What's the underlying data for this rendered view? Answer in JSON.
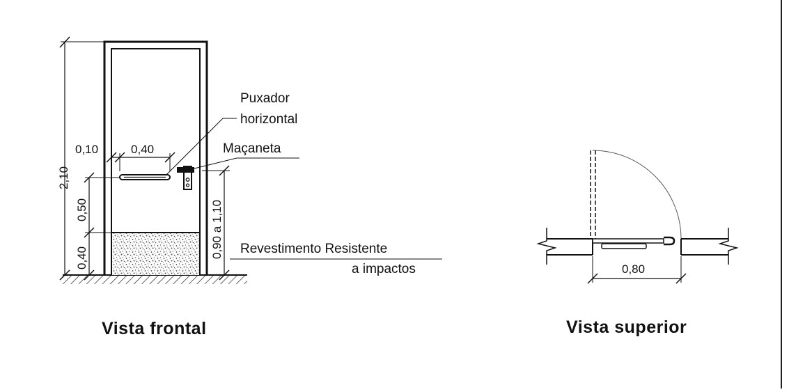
{
  "front": {
    "caption": "Vista frontal",
    "labels": {
      "puxador_line1": "Puxador",
      "puxador_line2": "horizontal",
      "macaneta": "Maçaneta",
      "revestimento_line1": "Revestimento Resistente",
      "revestimento_line2": "a impactos"
    },
    "dims": {
      "height_total": "2,10",
      "offset_left": "0,10",
      "bar_length": "0,40",
      "bar_height_above_kick": "0,50",
      "kickplate_height": "0,40",
      "handle_height": "0,90 a 1,10"
    }
  },
  "top": {
    "caption": "Vista superior",
    "dims": {
      "width": "0,80"
    }
  },
  "colors": {
    "ink": "#111111",
    "background": "#ffffff"
  }
}
